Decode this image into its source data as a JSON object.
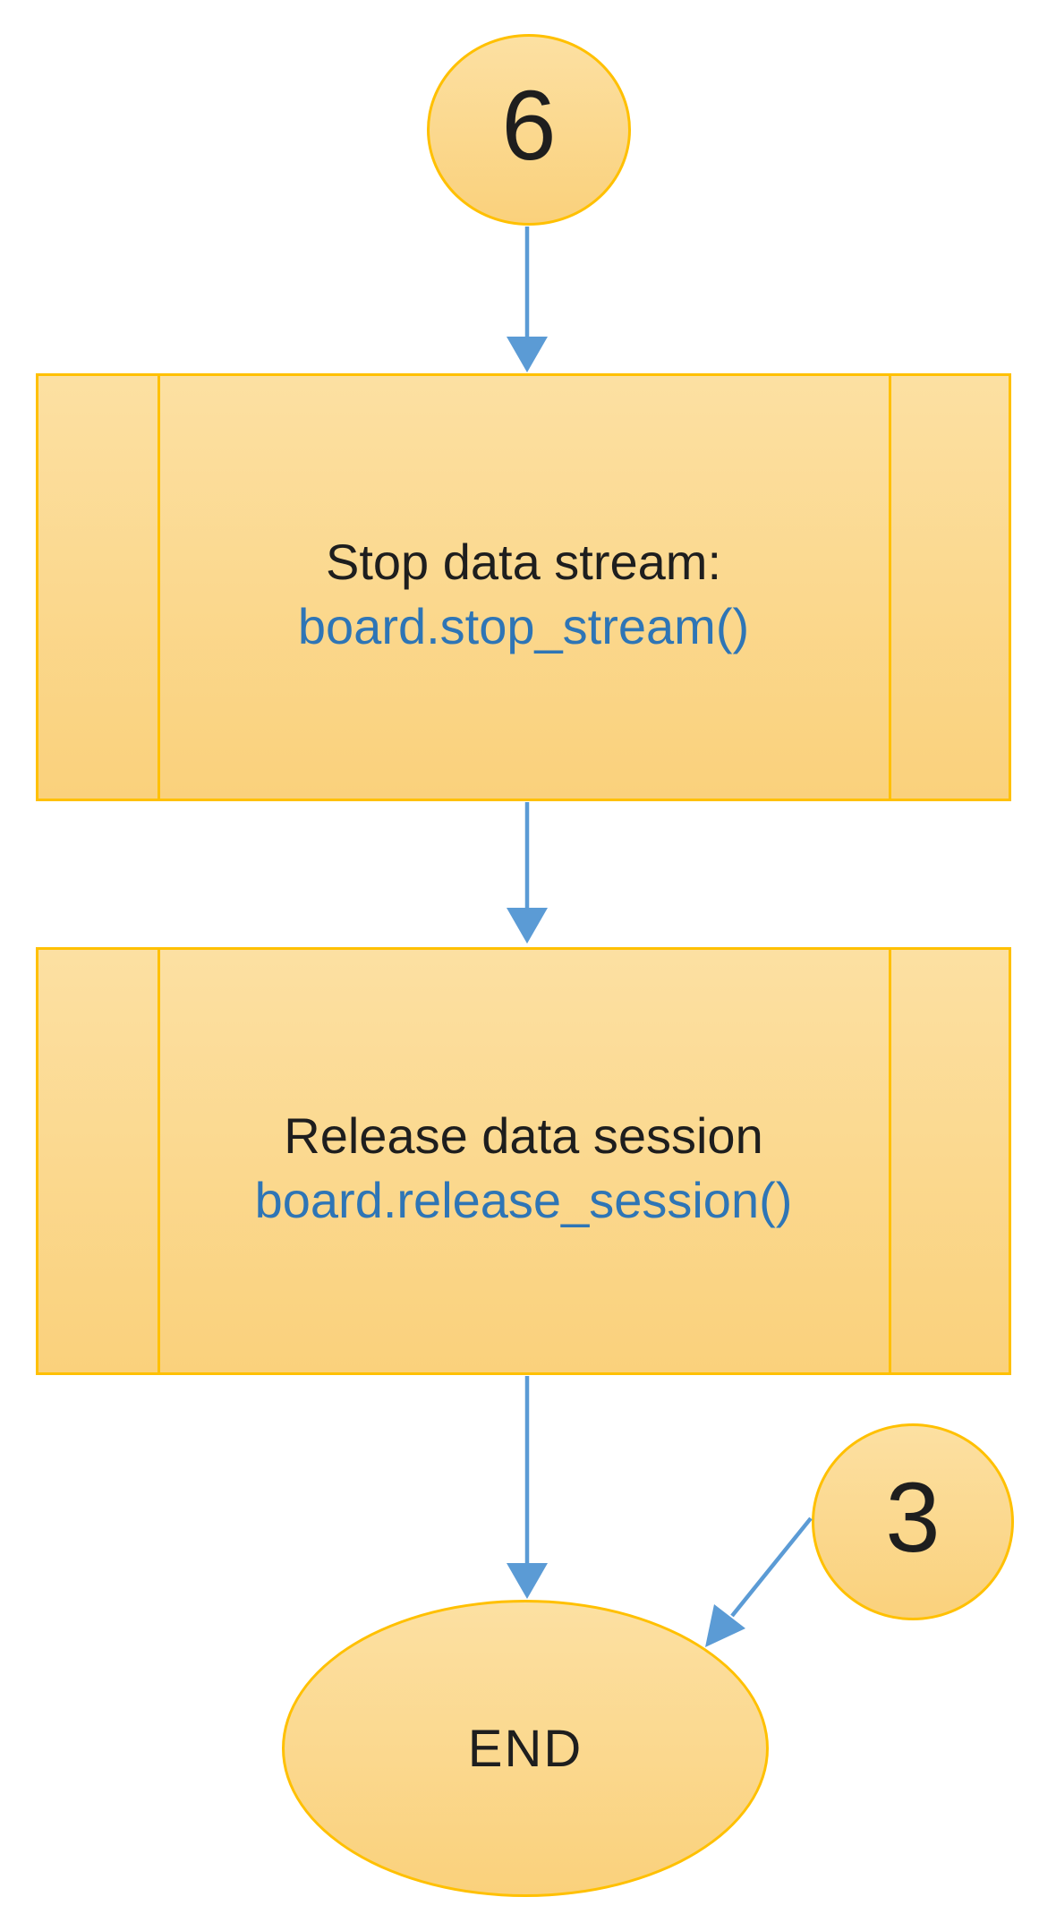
{
  "diagram": {
    "connector_top": {
      "label": "6"
    },
    "step_stop": {
      "title": "Stop data stream:",
      "code": "board.stop_stream()"
    },
    "step_release": {
      "title": "Release data session",
      "code": "board.release_session()"
    },
    "terminator": {
      "label": "END"
    },
    "connector_side": {
      "label": "3"
    }
  },
  "colors": {
    "shape_fill_top": "#FCE0A2",
    "shape_fill_bottom": "#FAD17C",
    "shape_border": "#FFC000",
    "arrow": "#5B9BD5",
    "code_text": "#2E75B6",
    "label_text": "#1E1E1E"
  }
}
